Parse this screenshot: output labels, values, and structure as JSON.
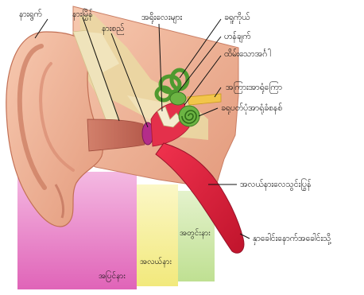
{
  "diagram": {
    "labels": {
      "pinna": "နားရွက်",
      "ear_cartilage": "နားမြှိန်",
      "eardrum": "နားစည်",
      "ossicles": "အရိုးလေးများ",
      "semicircular_canals": "ခရူကိုယ်",
      "vestibule": "ဟန်ချက်",
      "oval_window": "ထိမ်းသောအင်္ဂါ",
      "auditory_nerve": "အကြားအာရုံကြော",
      "cochlea": "ခရုပတ်ပုံအာရုံခံစနစ်",
      "eustachian_tube": "အလယ်နားလေသွင်းပြွန်",
      "to_nasopharynx": "နှာခေါင်းနောက်အခေါင်းသို့"
    },
    "zones": {
      "outer": "အပြင်နား",
      "middle": "အလယ်နား",
      "inner": "အတွင်းနား"
    },
    "colors": {
      "outer_zone": "#e77fc6",
      "middle_zone": "#f5ef9a",
      "inner_zone": "#cfe7a7",
      "skin": "#f3b89c",
      "skin_dark": "#d98b6f",
      "bone": "#e8d9a8",
      "canal": "#e3203b",
      "nerve": "#f3c64a",
      "cochlea": "#5aa83a"
    }
  }
}
